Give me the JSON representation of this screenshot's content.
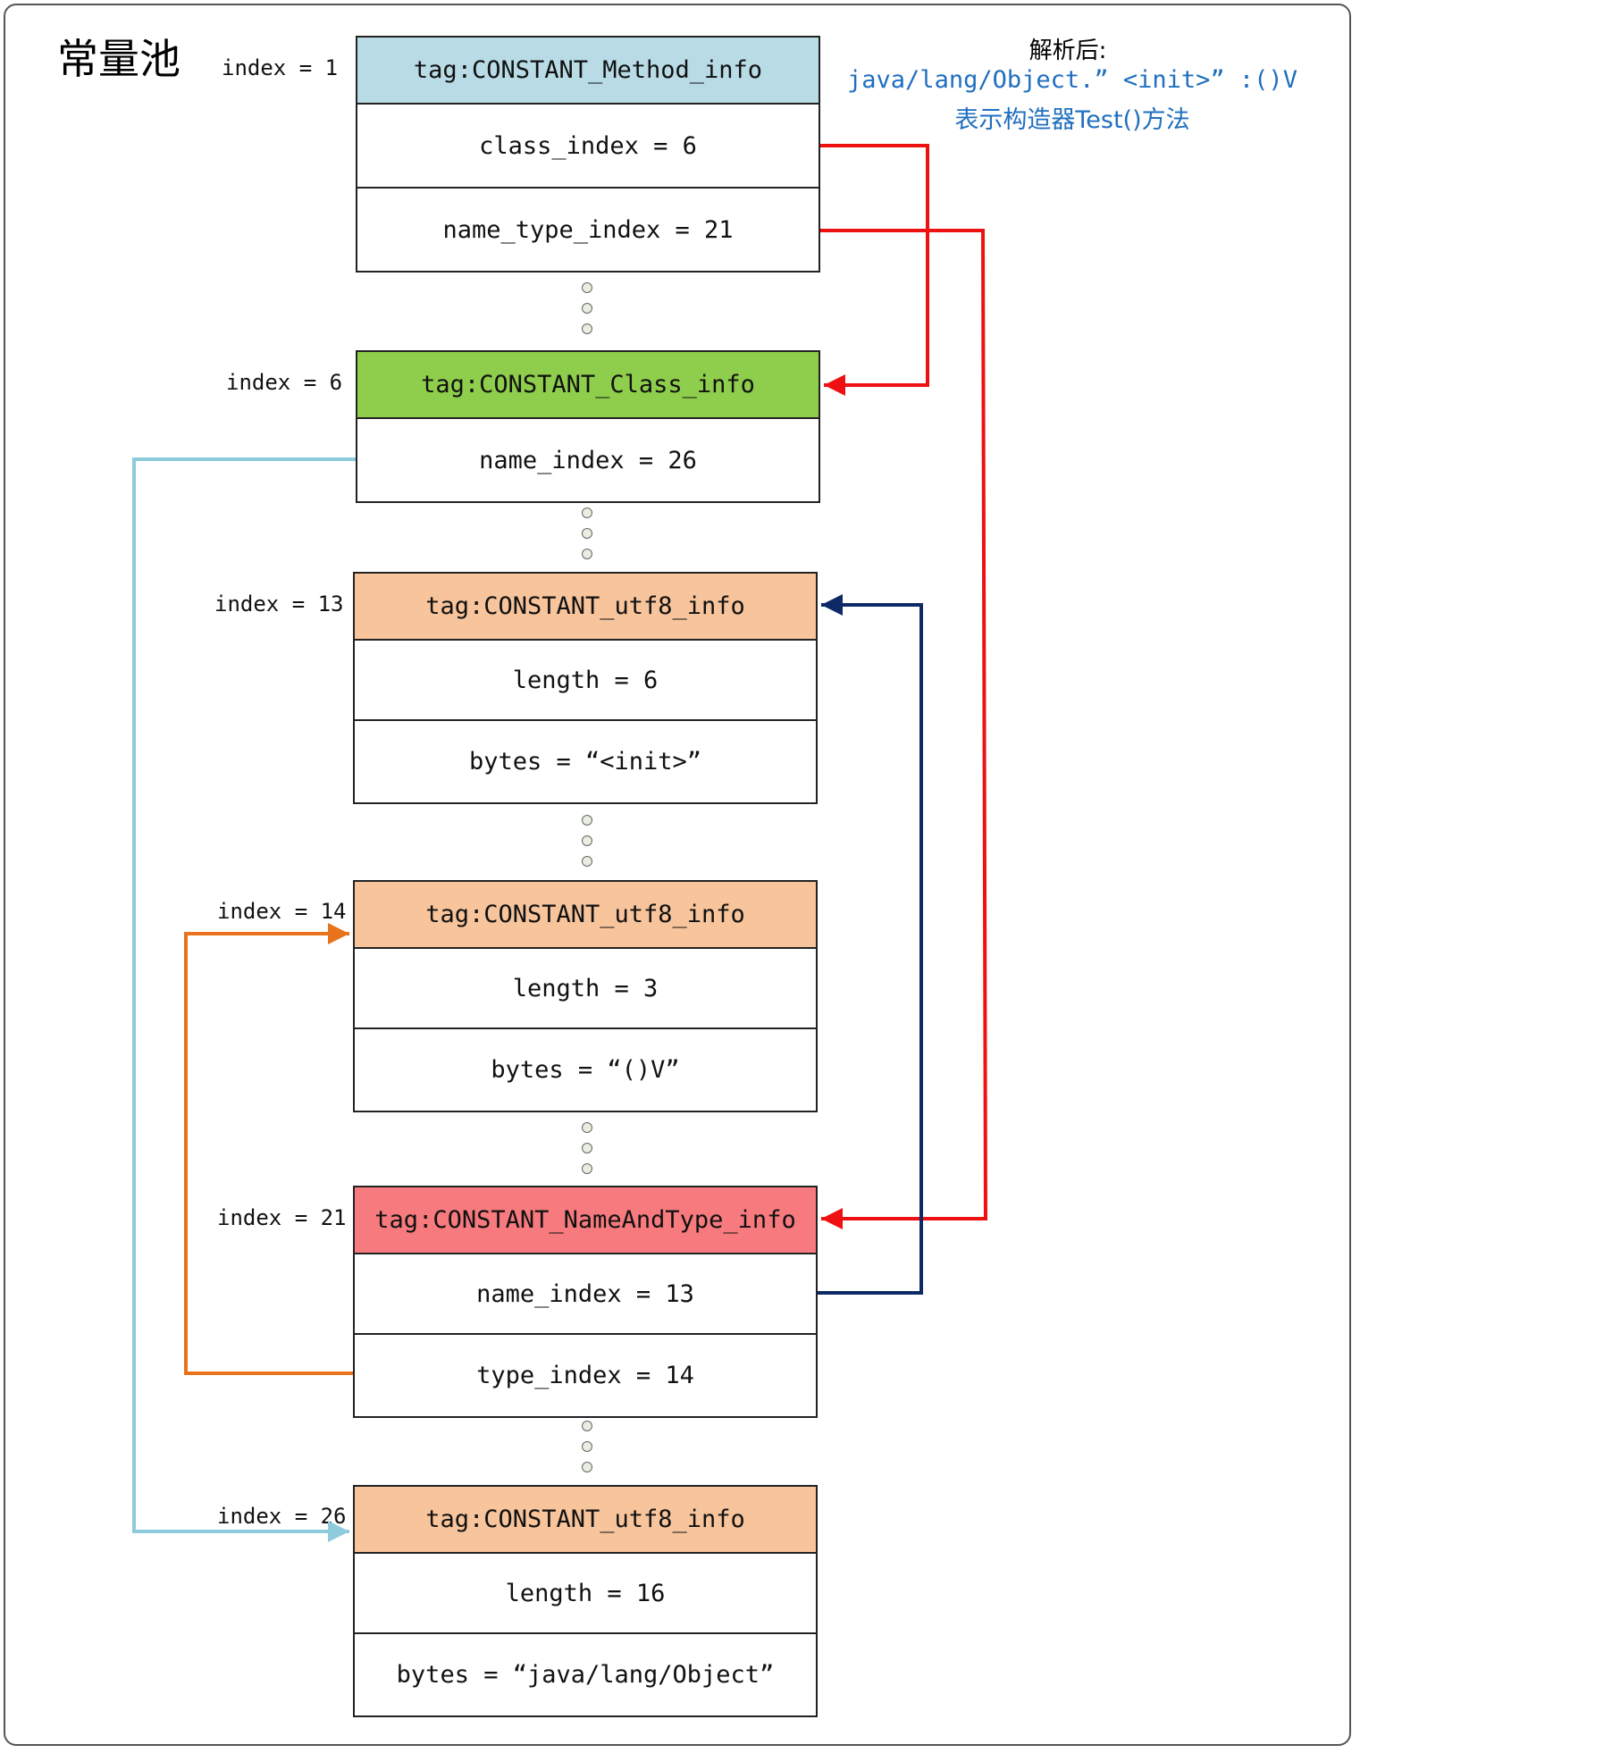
{
  "title": "常量池",
  "note": {
    "heading": "解析后:",
    "line1": "java/lang/Object.” <init>” :()V",
    "line2": "表示构造器Test()方法"
  },
  "entries": [
    {
      "index_label": "index = 1",
      "tag": "tag:CONSTANT_Method_info",
      "color": "#b8dbe6",
      "fields": [
        "class_index = 6",
        "name_type_index = 21"
      ]
    },
    {
      "index_label": "index = 6",
      "tag": "tag:CONSTANT_Class_info",
      "color": "#8ece4c",
      "fields": [
        "name_index = 26"
      ]
    },
    {
      "index_label": "index = 13",
      "tag": "tag:CONSTANT_utf8_info",
      "color": "#f7c49b",
      "fields": [
        "length = 6",
        "bytes =  “<init>”"
      ]
    },
    {
      "index_label": "index = 14",
      "tag": "tag:CONSTANT_utf8_info",
      "color": "#f7c49b",
      "fields": [
        "length = 3",
        "bytes =  “()V”"
      ]
    },
    {
      "index_label": "index = 21",
      "tag": "tag:CONSTANT_NameAndType_info",
      "color": "#f67a7e",
      "fields": [
        "name_index = 13",
        "type_index = 14"
      ]
    },
    {
      "index_label": "index = 26",
      "tag": "tag:CONSTANT_utf8_info",
      "color": "#f7c49b",
      "fields": [
        "length = 16",
        "bytes =  “java/lang/Object”"
      ]
    }
  ],
  "arrow_colors": {
    "class_ref": "#ee1111",
    "name_type_ref": "#ee1111",
    "utf8_name_ref": "#0d2a66",
    "utf8_type_ref": "#e8731c",
    "class_name_ref": "#8ecbdc"
  }
}
